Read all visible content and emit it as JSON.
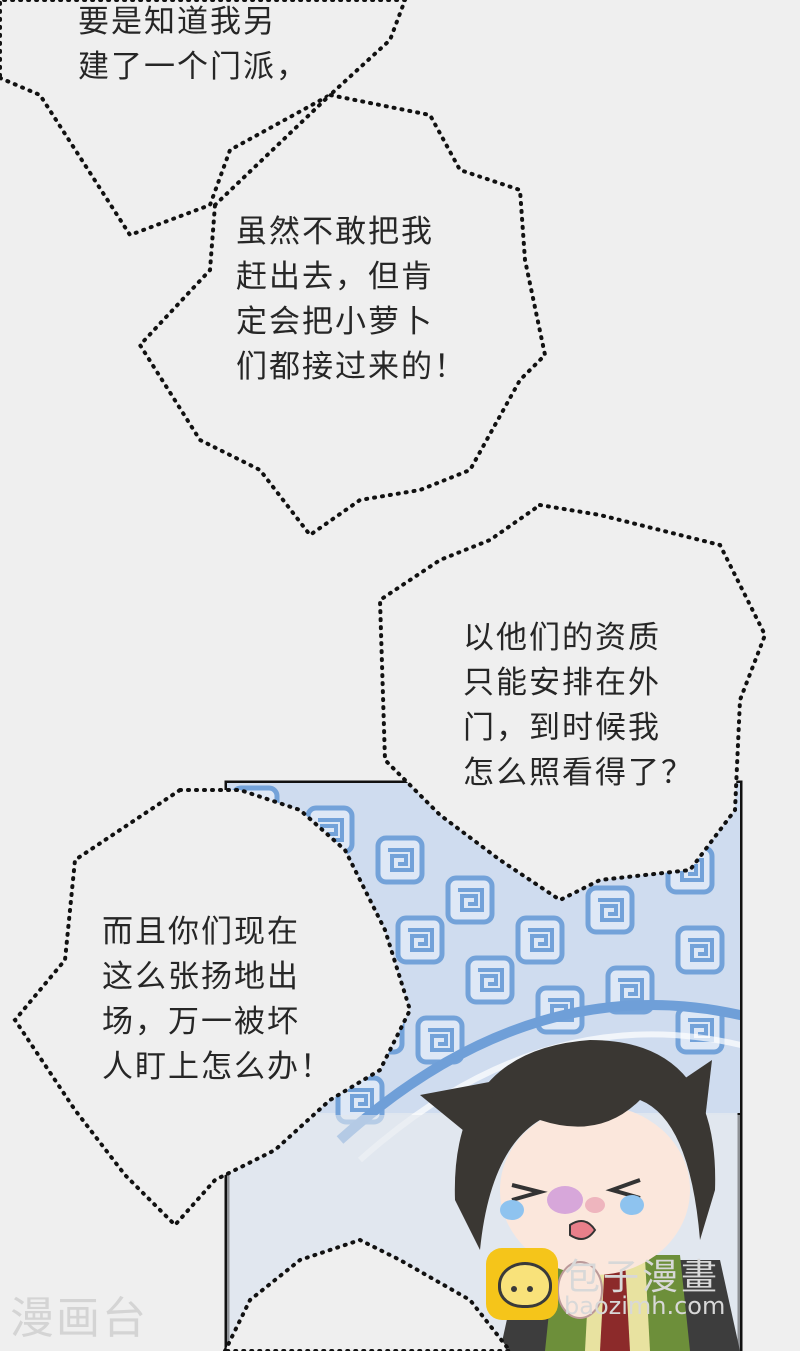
{
  "bubbles": [
    {
      "lines": [
        "要是知道我另",
        "建了一个门派，"
      ]
    },
    {
      "lines": [
        "虽然不敢把我",
        "赶出去，但肯",
        "定会把小萝卜",
        "们都接过来的！"
      ]
    },
    {
      "lines": [
        "以他们的资质",
        "只能安排在外",
        "门，到时候我",
        "怎么照看得了？"
      ]
    },
    {
      "lines": [
        "而且你们现在",
        "这么张扬地出",
        "场，万一被坏",
        "人盯上怎么办！"
      ]
    }
  ],
  "watermark_left": "漫画台",
  "watermark_right": {
    "title": "包子漫畫",
    "url": "baozimh.com"
  },
  "colors": {
    "background": "#efefef",
    "pattern": "#6f9fd8",
    "text": "#262626"
  }
}
